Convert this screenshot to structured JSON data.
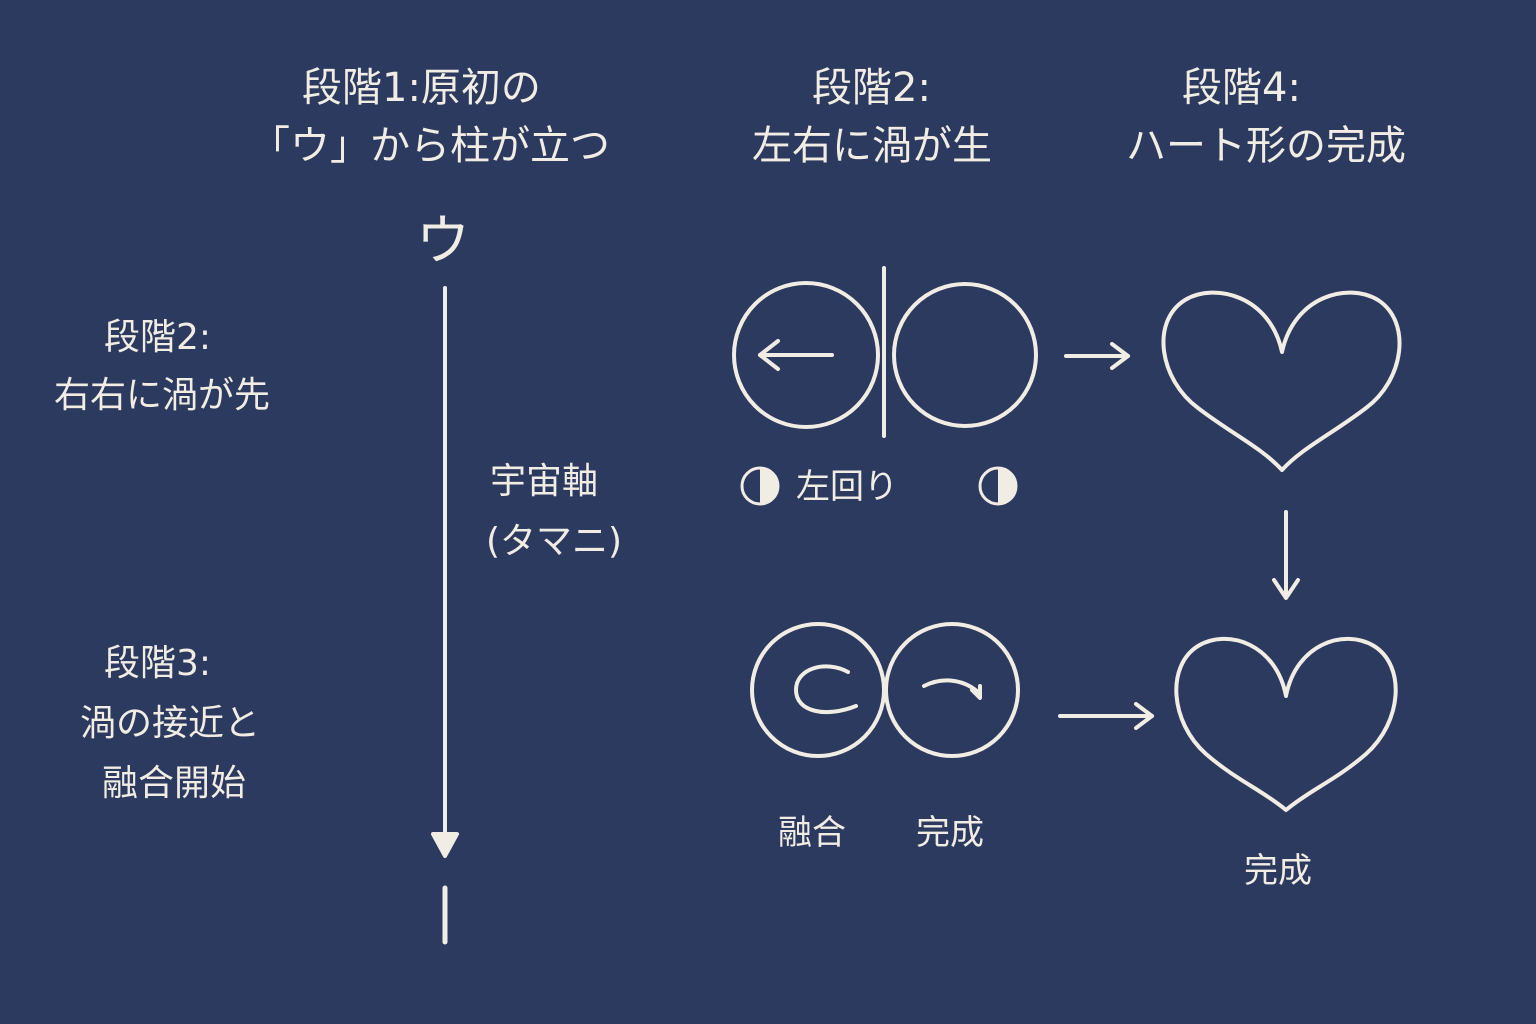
{
  "headings": {
    "stage1_line1": "段階1:原初の",
    "stage1_line2": "「ウ」から柱が立つ",
    "stage2_line1": "段階2:",
    "stage2_line2": "左右に渦が生",
    "stage4_line1": "段階4:",
    "stage4_line2": "ハート形の完成"
  },
  "left_labels": {
    "stage2_line1": "段階2:",
    "stage2_line2": "右右に渦が先",
    "stage3_line1": "段階3:",
    "stage3_line2": "渦の接近と",
    "stage3_line3": "融合開始"
  },
  "axis": {
    "top_glyph": "ウ",
    "bottom_glyph": "|",
    "label_line1": "宇宙軸",
    "label_line2": "(タマニ)"
  },
  "vortex_labels": {
    "rotation": "左回り",
    "fusion": "融合",
    "complete_mid": "完成",
    "complete_heart": "完成"
  },
  "colors": {
    "background": "#2b3a5e",
    "line": "#f1ece4"
  }
}
